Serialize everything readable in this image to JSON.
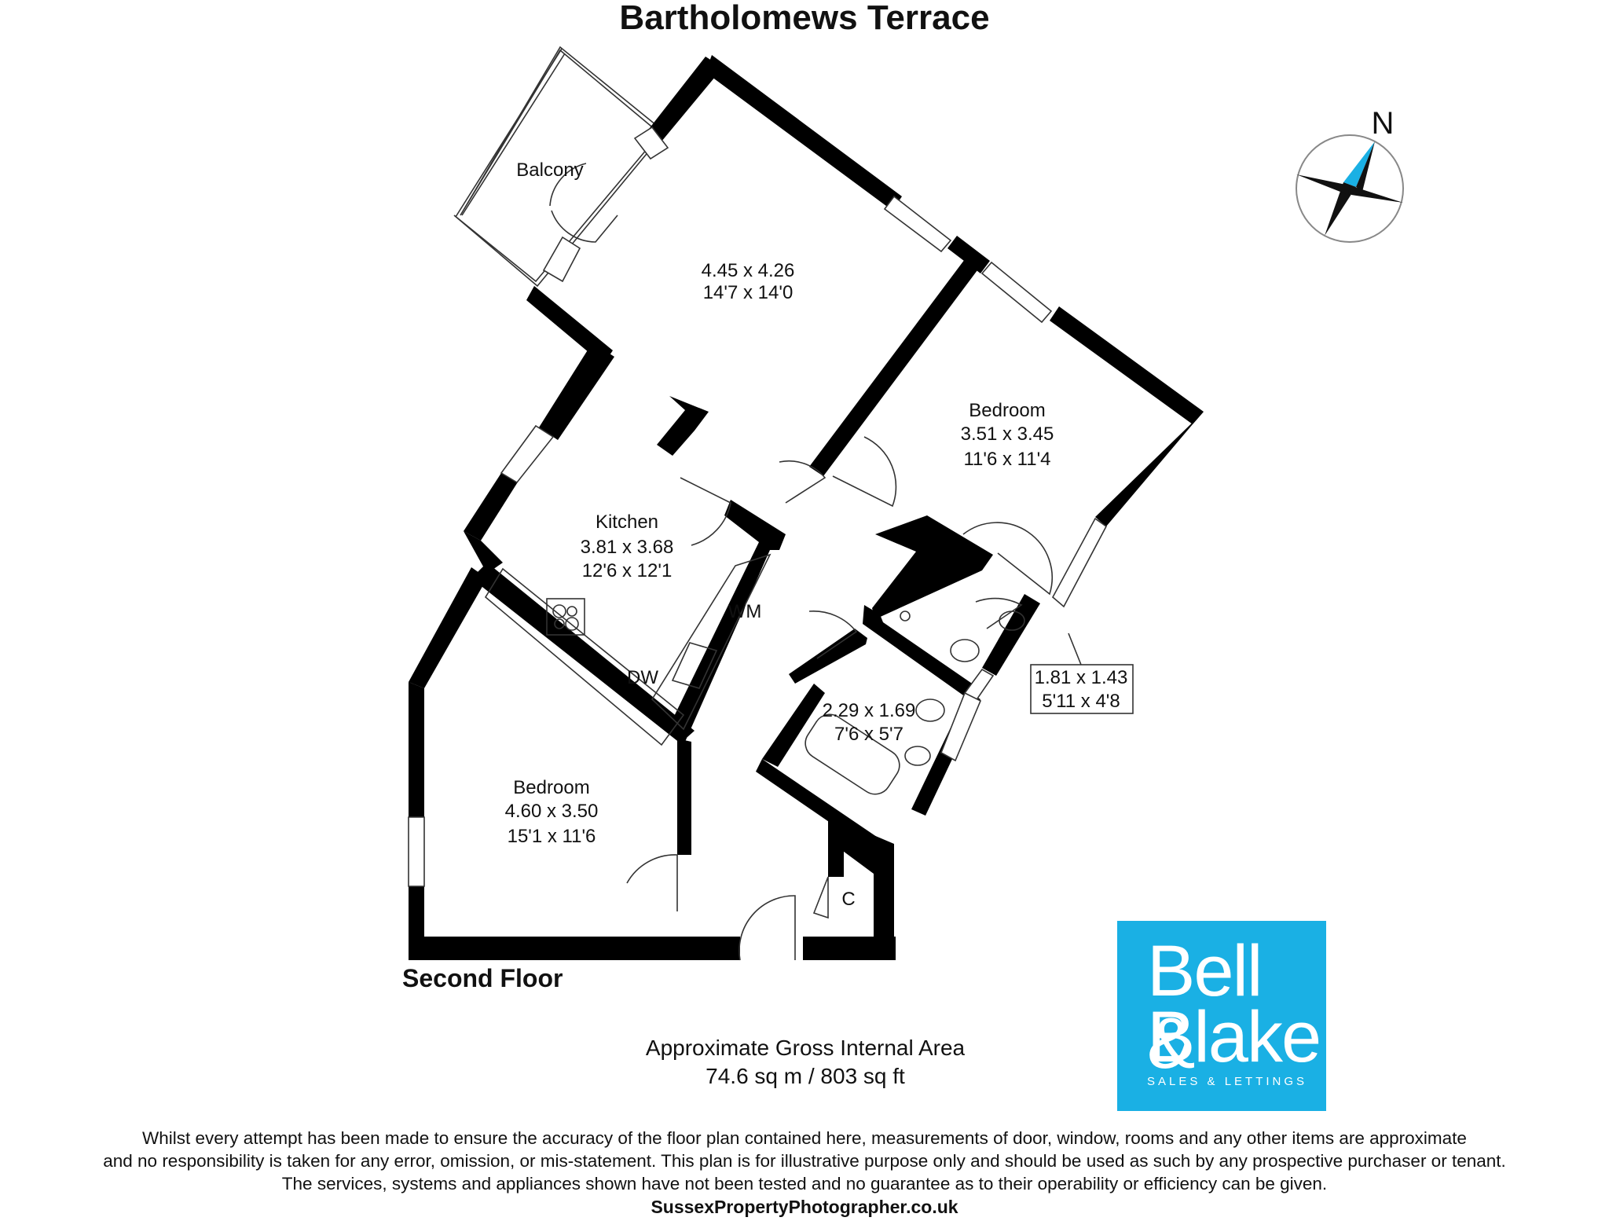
{
  "title": "Bartholomews Terrace",
  "floor_label": "Second Floor",
  "compass": {
    "label": "N",
    "icon": "compass-rose-icon"
  },
  "rooms": {
    "living": {
      "dim_m": "4.45 x 4.26",
      "dim_ft": "14'7 x 14'0"
    },
    "balcony": {
      "name": "Balcony"
    },
    "bedroom1": {
      "name": "Bedroom",
      "dim_m": "3.51 x 3.45",
      "dim_ft": "11'6 x 11'4"
    },
    "kitchen": {
      "name": "Kitchen",
      "dim_m": "3.81 x 3.68",
      "dim_ft": "12'6 x 12'1"
    },
    "bedroom2": {
      "name": "Bedroom",
      "dim_m": "4.60 x 3.50",
      "dim_ft": "15'1 x 11'6"
    },
    "ensuite": {
      "dim_m": "1.81 x 1.43",
      "dim_ft": "5'11 x 4'8"
    },
    "bathroom": {
      "dim_m": "2.29 x 1.69",
      "dim_ft": "7'6 x 5'7"
    },
    "fixtures": {
      "wm": "WM",
      "dw": "DW",
      "cupboard": "C"
    }
  },
  "area": {
    "line1": "Approximate Gross Internal Area",
    "line2": "74.6 sq m / 803 sq ft"
  },
  "logo": {
    "line1": "Bell &",
    "line2": "Blake",
    "tagline": "SALES & LETTINGS",
    "color": "#1ab0e4"
  },
  "disclaimer": [
    "Whilst every attempt has been made to ensure the accuracy of the floor plan contained here, measurements of door, window, rooms and any other items are approximate",
    "and no responsibility is taken for any error, omission, or mis-statement. This plan is for illustrative purpose only and should be used as such by any prospective purchaser or tenant.",
    "The services, systems and appliances shown have not been tested and no guarantee as to their operability or efficiency can be given."
  ],
  "website": "SussexPropertyPhotographer.co.uk"
}
